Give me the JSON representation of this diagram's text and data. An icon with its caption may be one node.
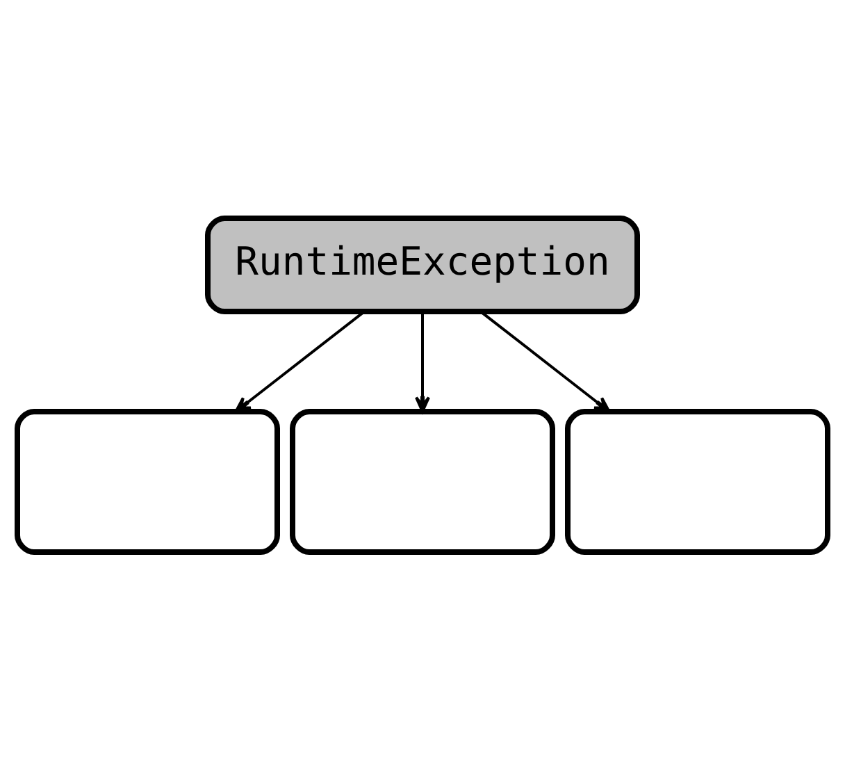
{
  "diagram": {
    "nodes": [
      {
        "text": [
          "RuntimeException"
        ]
      },
      {
        "text": [],
        "shape": "box"
      },
      {
        "text": [],
        "shape": "box"
      },
      {
        "text": [],
        "shape": "box"
      }
    ],
    "edges": [
      {
        "from": 0,
        "to": 1,
        "arrow": "to"
      },
      {
        "from": 0,
        "to": 2,
        "arrow": "to"
      },
      {
        "from": 0,
        "to": 3,
        "arrow": "to"
      }
    ]
  }
}
